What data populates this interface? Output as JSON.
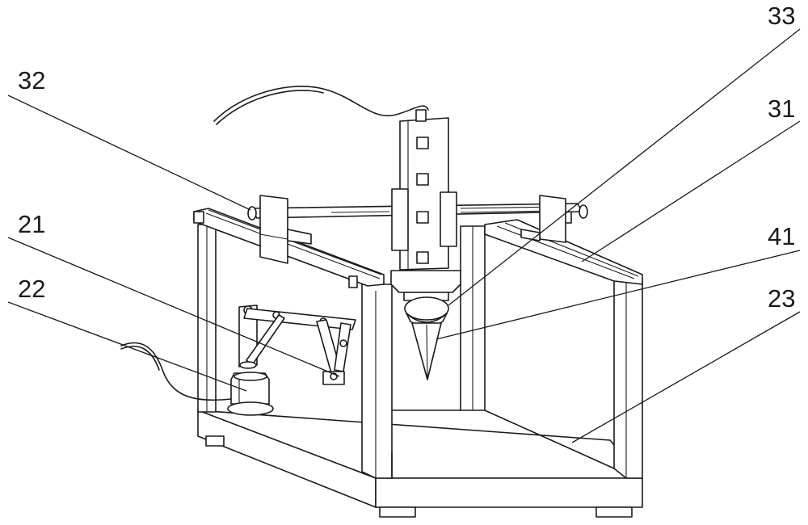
{
  "figure": {
    "labels": [
      {
        "id": "label-32",
        "text": "32"
      },
      {
        "id": "label-33",
        "text": "33"
      },
      {
        "id": "label-31",
        "text": "31"
      },
      {
        "id": "label-21",
        "text": "21"
      },
      {
        "id": "label-41",
        "text": "41"
      },
      {
        "id": "label-22",
        "text": "22"
      },
      {
        "id": "label-23",
        "text": "23"
      }
    ]
  }
}
